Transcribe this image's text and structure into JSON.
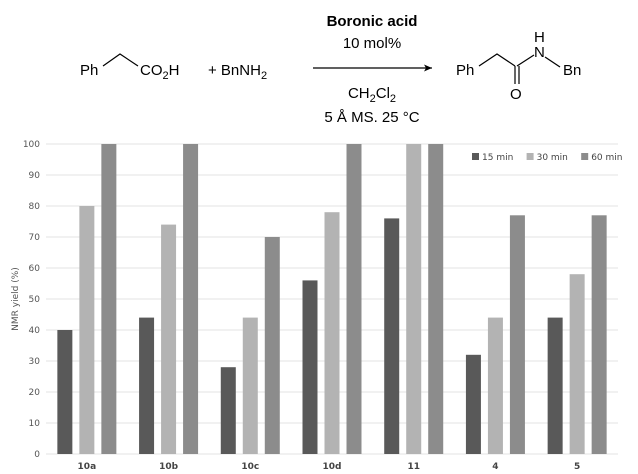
{
  "scheme": {
    "reactant1_ph": "Ph",
    "reactant1_co2h": "CO",
    "reactant1_sub": "2",
    "reactant1_h": "H",
    "plus_amine": "+ BnNH",
    "amine_sub": "2",
    "catalyst": "Boronic acid",
    "loading": "10 mol%",
    "solvent_ch": "CH",
    "solvent_sub1": "2",
    "solvent_cl": "Cl",
    "solvent_sub2": "2",
    "conditions": "5 Å MS. 25 °C",
    "product_ph": "Ph",
    "product_h": "H",
    "product_n": "N",
    "product_bn": "Bn",
    "product_o": "O"
  },
  "chart_data": {
    "type": "bar",
    "ylabel": "NMR yield (%)",
    "ylim": [
      0,
      100
    ],
    "yticks": [
      0,
      10,
      20,
      30,
      40,
      50,
      60,
      70,
      80,
      90,
      100
    ],
    "grid": true,
    "legend_position": "top-right",
    "categories": [
      "10a",
      "10b",
      "10c",
      "10d",
      "11",
      "4",
      "5"
    ],
    "series": [
      {
        "name": "15 min",
        "color": "#595959",
        "values": [
          40,
          44,
          28,
          56,
          76,
          32,
          44
        ]
      },
      {
        "name": "30 min",
        "color": "#b3b3b3",
        "values": [
          80,
          74,
          44,
          78,
          100,
          44,
          58
        ]
      },
      {
        "name": "60 min",
        "color": "#8c8c8c",
        "values": [
          100,
          100,
          70,
          100,
          100,
          77,
          77
        ]
      }
    ]
  }
}
